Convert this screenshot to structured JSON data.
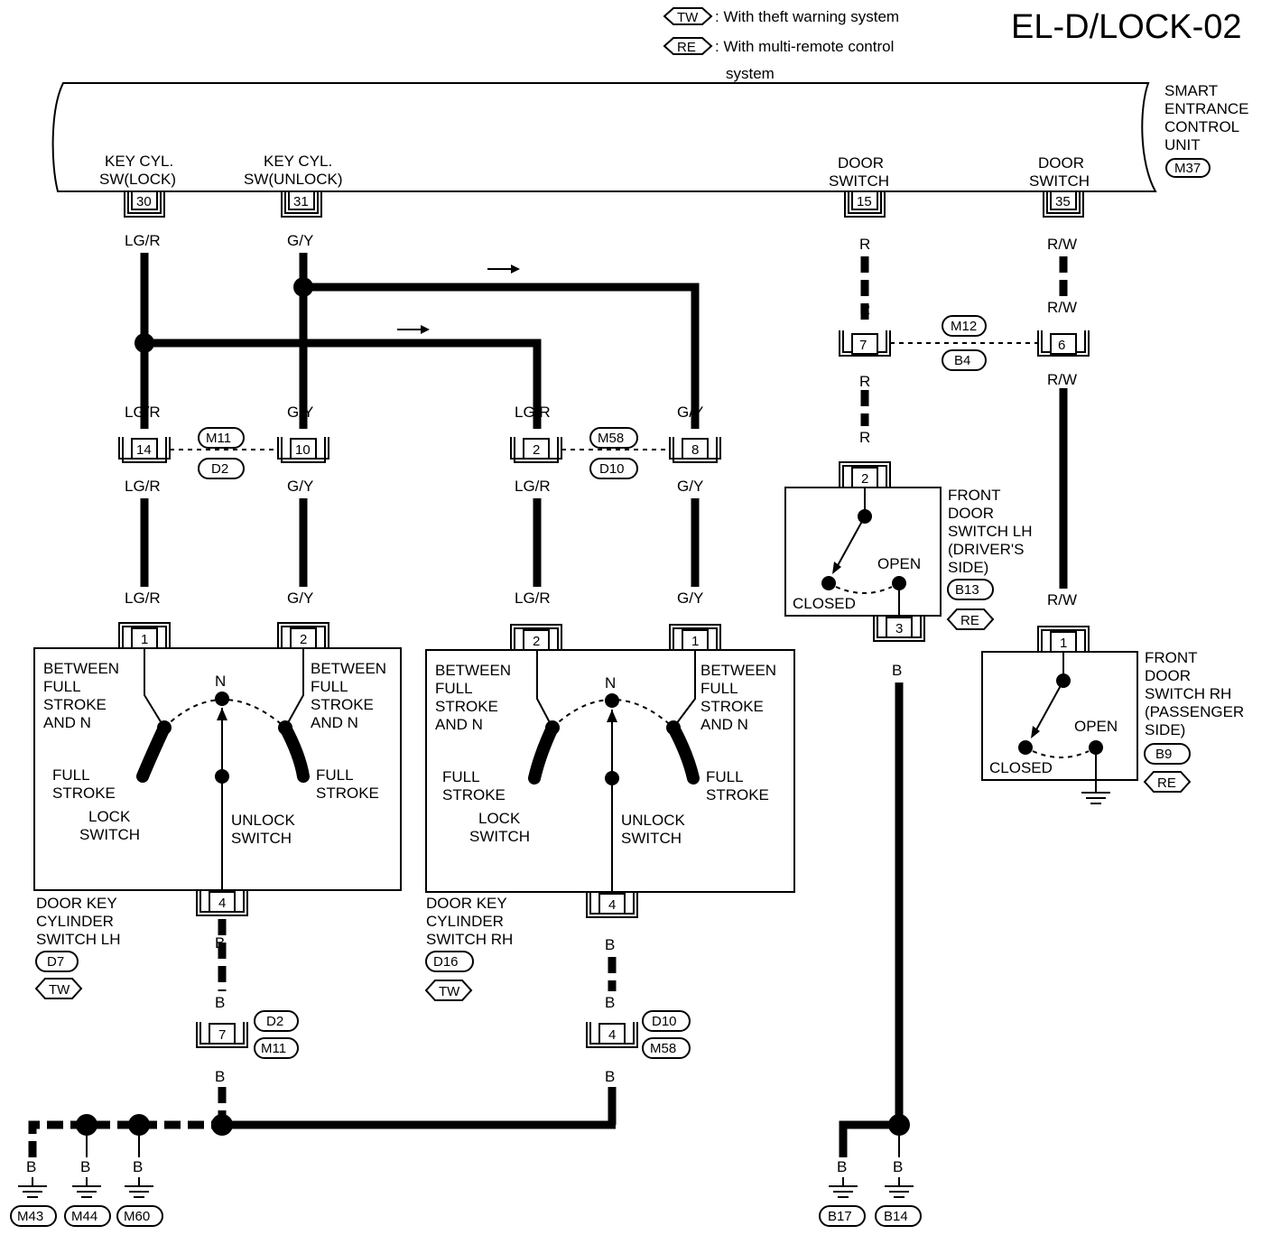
{
  "header": {
    "title": "EL-D/LOCK-02",
    "legend": {
      "tw_code": "TW",
      "tw_text": ": With theft warning system",
      "re_code": "RE",
      "re_text_1": ": With multi-remote control",
      "re_text_2": "system"
    }
  },
  "control_unit": {
    "name_1": "SMART",
    "name_2": "ENTRANCE",
    "name_3": "CONTROL",
    "name_4": "UNIT",
    "connector": "M37",
    "terms": {
      "key_lock_1": "KEY CYL.",
      "key_lock_2": "SW(LOCK)",
      "key_unlock_1": "KEY CYL.",
      "key_unlock_2": "SW(UNLOCK)",
      "door_sw_a_1": "DOOR",
      "door_sw_a_2": "SWITCH",
      "door_sw_b_1": "DOOR",
      "door_sw_b_2": "SWITCH"
    },
    "pins": {
      "p30": "30",
      "p31": "31",
      "p15": "15",
      "p35": "35"
    }
  },
  "wires": {
    "lgr": "LG/R",
    "gy": "G/Y",
    "r": "R",
    "rw": "R/W",
    "b": "B"
  },
  "connectors": {
    "m11": "M11",
    "d2": "D2",
    "m58": "M58",
    "d10": "D10",
    "m12": "M12",
    "b4": "B4",
    "pin14": "14",
    "pin10": "10",
    "pin2": "2",
    "pin8": "8",
    "pin7": "7",
    "pin6": "6",
    "pin7b": "7",
    "pin4b": "4"
  },
  "lh_key_switch": {
    "pin1": "1",
    "pin2": "2",
    "pin4": "4",
    "between_l_1": "BETWEEN",
    "between_l_2": "FULL",
    "between_l_3": "STROKE",
    "between_l_4": "AND N",
    "between_r_1": "BETWEEN",
    "between_r_2": "FULL",
    "between_r_3": "STROKE",
    "between_r_4": "AND N",
    "n": "N",
    "full_l_1": "FULL",
    "full_l_2": "STROKE",
    "full_r_1": "FULL",
    "full_r_2": "STROKE",
    "lock_1": "LOCK",
    "lock_2": "SWITCH",
    "unlock_1": "UNLOCK",
    "unlock_2": "SWITCH",
    "name_1": "DOOR KEY",
    "name_2": "CYLINDER",
    "name_3": "SWITCH LH",
    "conn": "D7",
    "option": "TW"
  },
  "rh_key_switch": {
    "pin2": "2",
    "pin1": "1",
    "pin4": "4",
    "between_l_1": "BETWEEN",
    "between_l_2": "FULL",
    "between_l_3": "STROKE",
    "between_l_4": "AND N",
    "between_r_1": "BETWEEN",
    "between_r_2": "FULL",
    "between_r_3": "STROKE",
    "between_r_4": "AND N",
    "n": "N",
    "full_l_1": "FULL",
    "full_l_2": "STROKE",
    "full_r_1": "FULL",
    "full_r_2": "STROKE",
    "lock_1": "LOCK",
    "lock_2": "SWITCH",
    "unlock_1": "UNLOCK",
    "unlock_2": "SWITCH",
    "name_1": "DOOR KEY",
    "name_2": "CYLINDER",
    "name_3": "SWITCH RH",
    "conn": "D16",
    "option": "TW"
  },
  "door_sw_lh": {
    "pin2": "2",
    "pin3": "3",
    "open": "OPEN",
    "closed": "CLOSED",
    "name_1": "FRONT",
    "name_2": "DOOR",
    "name_3": "SWITCH LH",
    "name_4": "(DRIVER'S",
    "name_5": "SIDE)",
    "conn": "B13",
    "option": "RE"
  },
  "door_sw_rh": {
    "pin1": "1",
    "open": "OPEN",
    "closed": "CLOSED",
    "name_1": "FRONT",
    "name_2": "DOOR",
    "name_3": "SWITCH RH",
    "name_4": "(PASSENGER",
    "name_5": "SIDE)",
    "conn": "B9",
    "option": "RE"
  },
  "grounds": {
    "m43": "M43",
    "m44": "M44",
    "m60": "M60",
    "b17": "B17",
    "b14": "B14"
  }
}
